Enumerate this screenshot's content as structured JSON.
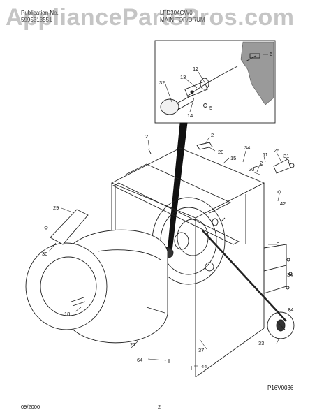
{
  "header": {
    "publication_label": "Publication No.",
    "publication_number": "5995313551",
    "model": "LFD304GW0",
    "section": "MAIN TOP/DRUM"
  },
  "watermark": "AppliancePartsPros.com",
  "callouts": [
    "6",
    "12",
    "13",
    "32",
    "14",
    "5",
    "2",
    "2",
    "20",
    "34",
    "15",
    "11",
    "25",
    "31",
    "2",
    "20",
    "42",
    "29",
    "9",
    "30",
    "34",
    "18",
    "34",
    "21",
    "37",
    "33",
    "64",
    "44"
  ],
  "figure_code": "P16V0036",
  "footer": {
    "date": "09/2000",
    "page": "2"
  }
}
